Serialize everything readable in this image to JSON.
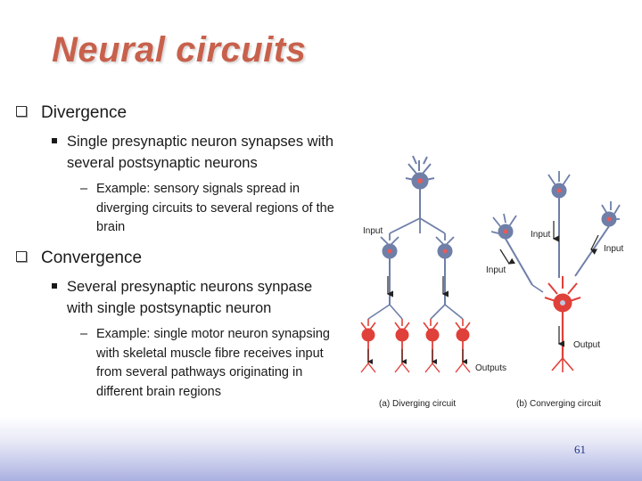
{
  "title": "Neural circuits",
  "bullets": [
    {
      "heading": "Divergence",
      "sub": "Single presynaptic neuron synapses with several postsynaptic neurons",
      "example": "Example: sensory signals spread in diverging circuits to several regions of the brain"
    },
    {
      "heading": "Convergence",
      "sub": "Several presynaptic neurons synpase with single postsynaptic neuron",
      "example": "Example: single motor neuron synapsing with skeletal muscle fibre receives input from several pathways originating in different brain regions"
    }
  ],
  "figure": {
    "labels": {
      "input_left": "Input",
      "input_b_left": "Input",
      "input_b_mid": "Input",
      "input_b_right": "Input",
      "output": "Output",
      "outputs": "Outputs",
      "caption_a": "(a) Diverging circuit",
      "caption_b": "(b) Converging circuit"
    },
    "colors": {
      "presynaptic": "#6f7fa8",
      "postsynaptic": "#e0403a"
    }
  },
  "page_number": "61"
}
